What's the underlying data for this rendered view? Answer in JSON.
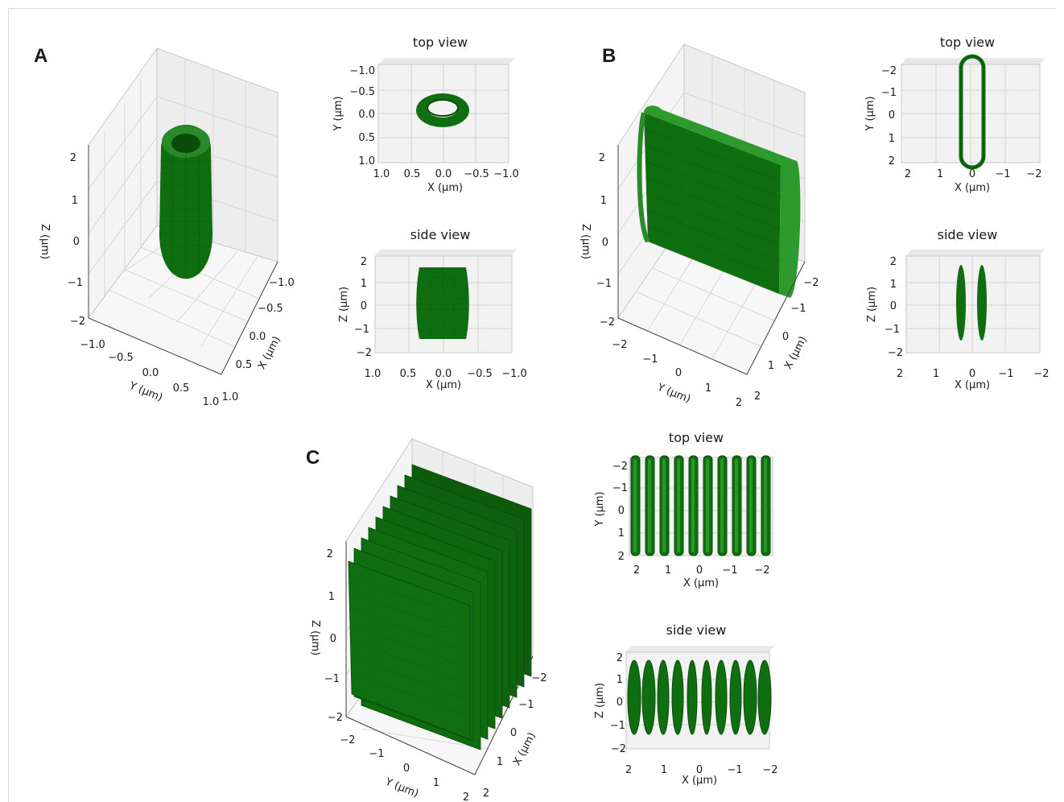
{
  "panels": [
    {
      "letter": "A",
      "iso": {
        "z_label": "Z (µm)",
        "x_label": "X (µm)",
        "y_label": "Y (µm)",
        "z_ticks": [
          "2",
          "1",
          "0",
          "−1",
          "−2"
        ],
        "x_ticks": [
          "−1.0",
          "−0.5",
          "0.0",
          "0.5",
          "1.0"
        ],
        "y_ticks": [
          "−1.0",
          "−0.5",
          "0.0",
          "0.5",
          "1.0"
        ]
      },
      "top": {
        "title": "top view",
        "xlabel": "X (µm)",
        "ylabel": "Y (µm)",
        "xticks": [
          "1.0",
          "0.5",
          "0.0",
          "−0.5",
          "−1.0"
        ],
        "yticks": [
          "−1.0",
          "−0.5",
          "0.0",
          "0.5",
          "1.0"
        ]
      },
      "side": {
        "title": "side view",
        "xlabel": "X (µm)",
        "ylabel": "Z (µm)",
        "xticks": [
          "1.0",
          "0.5",
          "0.0",
          "−0.5",
          "−1.0"
        ],
        "yticks": [
          "2",
          "1",
          "0",
          "−1",
          "−2"
        ]
      }
    },
    {
      "letter": "B",
      "iso": {
        "z_label": "Z (µm)",
        "x_label": "X (µm)",
        "y_label": "Y (µm)",
        "z_ticks": [
          "2",
          "1",
          "0",
          "−1",
          "−2"
        ],
        "x_ticks": [
          "−2",
          "−1",
          "0",
          "1",
          "2"
        ],
        "y_ticks": [
          "−2",
          "−1",
          "0",
          "1",
          "2"
        ]
      },
      "top": {
        "title": "top view",
        "xlabel": "X (µm)",
        "ylabel": "Y (µm)",
        "xticks": [
          "2",
          "1",
          "0",
          "−1",
          "−2"
        ],
        "yticks": [
          "−2",
          "−1",
          "0",
          "1",
          "2"
        ]
      },
      "side": {
        "title": "side view",
        "xlabel": "X (µm)",
        "ylabel": "Z (µm)",
        "xticks": [
          "2",
          "1",
          "0",
          "−1",
          "−2"
        ],
        "yticks": [
          "2",
          "1",
          "0",
          "−1",
          "−2"
        ]
      }
    },
    {
      "letter": "C",
      "iso": {
        "z_label": "Z (µm)",
        "x_label": "X (µm)",
        "y_label": "Y (µm)",
        "z_ticks": [
          "2",
          "1",
          "0",
          "−1",
          "−2"
        ],
        "x_ticks": [
          "−2",
          "−1",
          "0",
          "1",
          "2"
        ],
        "y_ticks": [
          "−2",
          "−1",
          "0",
          "1",
          "2"
        ]
      },
      "top": {
        "title": "top view",
        "xlabel": "X (µm)",
        "ylabel": "Y (µm)",
        "xticks": [
          "2",
          "1",
          "0",
          "−1",
          "−2"
        ],
        "yticks": [
          "−2",
          "−1",
          "0",
          "1",
          "2"
        ]
      },
      "side": {
        "title": "side view",
        "xlabel": "X (µm)",
        "ylabel": "Z (µm)",
        "xticks": [
          "2",
          "1",
          "0",
          "−1",
          "−2"
        ],
        "yticks": [
          "2",
          "1",
          "0",
          "−1",
          "−2"
        ]
      }
    }
  ],
  "colors": {
    "shape_fill": "#0f6e0f",
    "shape_dark": "#0a4d0a",
    "shape_light": "#2a9a2a",
    "pane": "#f2f2f2",
    "pane_side": "#e9e9e9",
    "grid": "#d2d2d2",
    "axis": "#444444"
  }
}
